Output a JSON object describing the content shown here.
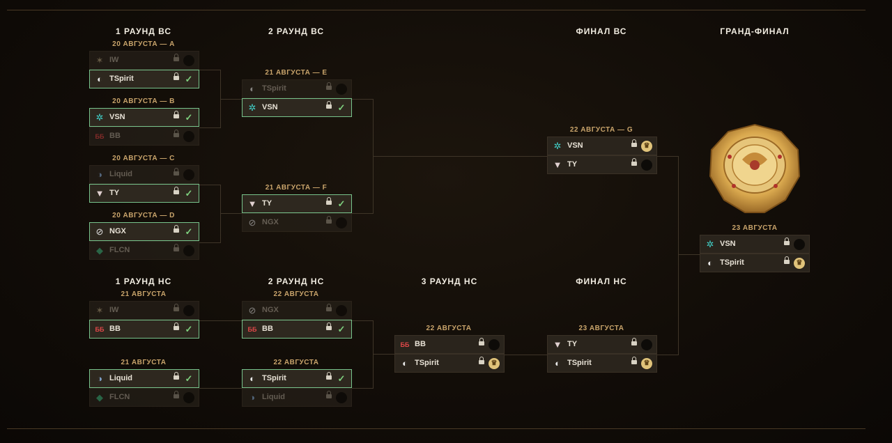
{
  "columns": {
    "r1": "1 РАУНД ВС",
    "r2": "2 РАУНД ВС",
    "fin_up": "ФИНАЛ ВС",
    "grand": "ГРАНД-ФИНАЛ",
    "lr1": "1 РАУНД НС",
    "lr2": "2 РАУНД НС",
    "lr3": "3 РАУНД НС",
    "fin_low": "ФИНАЛ НС"
  },
  "matches": {
    "A": {
      "date": "20 АВГУСТА — A",
      "t1": "IW",
      "t2": "TSpirit"
    },
    "B": {
      "date": "20 АВГУСТА — B",
      "t1": "VSN",
      "t2": "BB"
    },
    "C": {
      "date": "20 АВГУСТА — C",
      "t1": "Liquid",
      "t2": "TY"
    },
    "D": {
      "date": "20 АВГУСТА — D",
      "t1": "NGX",
      "t2": "FLCN"
    },
    "E": {
      "date": "21 АВГУСТА — E",
      "t1": "TSpirit",
      "t2": "VSN"
    },
    "F": {
      "date": "21 АВГУСТА — F",
      "t1": "TY",
      "t2": "NGX"
    },
    "G": {
      "date": "22 АВГУСТА — G",
      "t1": "VSN",
      "t2": "TY"
    },
    "L1a": {
      "date": "21 АВГУСТА",
      "t1": "IW",
      "t2": "BB"
    },
    "L1b": {
      "date": "21 АВГУСТА",
      "t1": "Liquid",
      "t2": "FLCN"
    },
    "L2a": {
      "date": "22 АВГУСТА",
      "t1": "NGX",
      "t2": "BB"
    },
    "L2b": {
      "date": "22 АВГУСТА",
      "t1": "TSpirit",
      "t2": "Liquid"
    },
    "L3": {
      "date": "22 АВГУСТА",
      "t1": "BB",
      "t2": "TSpirit"
    },
    "LF": {
      "date": "23 АВГУСТА",
      "t1": "TY",
      "t2": "TSpirit"
    },
    "GF": {
      "date": "23 АВГУСТА",
      "t1": "VSN",
      "t2": "TSpirit"
    }
  },
  "icons": {
    "lock": "lock-icon",
    "check": "check-icon",
    "crown": "crown-icon",
    "trophy": "aegis-trophy-icon"
  },
  "colors": {
    "winner_border": "#78c48c",
    "date_gold": "#c9a46b",
    "check_green": "#7ed07e",
    "crown_gold": "#e0c37a"
  }
}
